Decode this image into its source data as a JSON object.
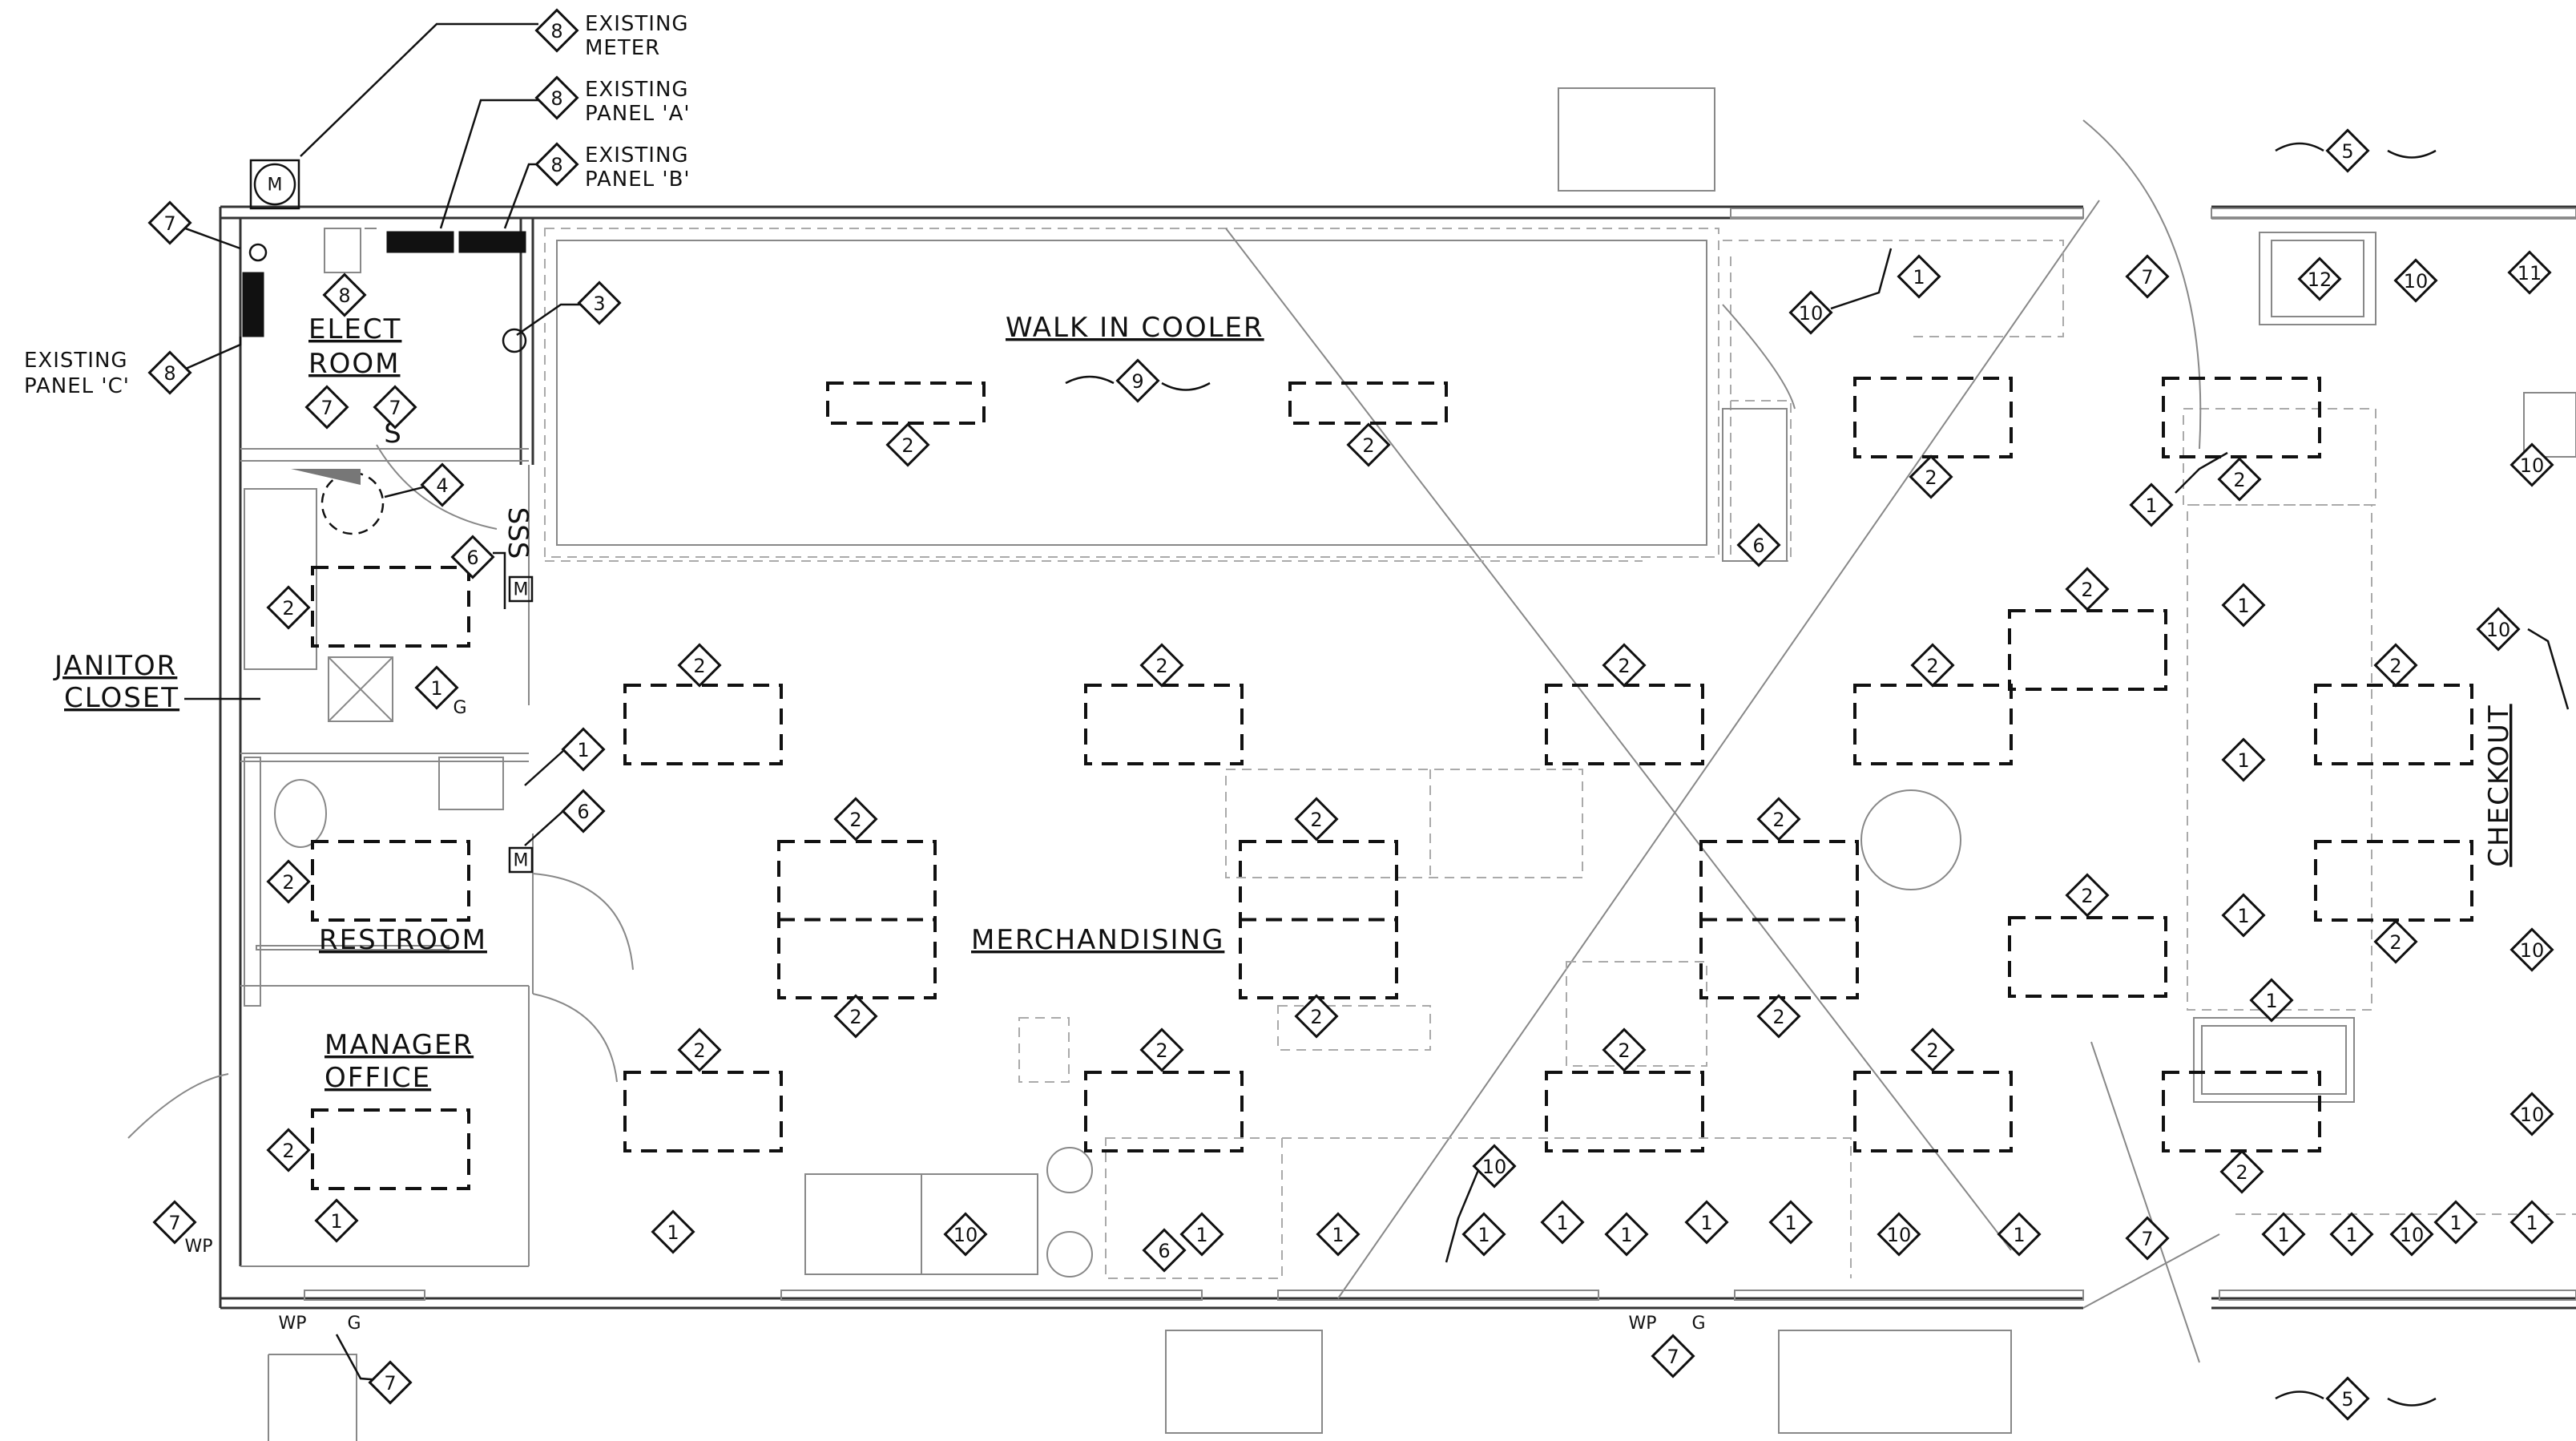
{
  "rooms": {
    "elect_room_line1": "ELECT",
    "elect_room_line2": "ROOM",
    "walk_in_cooler": "WALK IN COOLER",
    "janitor_line1": "JANITOR",
    "janitor_line2": "CLOSET",
    "restroom": "RESTROOM",
    "manager_line1": "MANAGER",
    "manager_line2": "OFFICE",
    "merchandising": "MERCHANDISING",
    "checkout": "CHECKOUT"
  },
  "notes": {
    "existing_meter_1": "EXISTING",
    "existing_meter_2": "METER",
    "panel_a_1": "EXISTING",
    "panel_a_2": "PANEL 'A'",
    "panel_b_1": "EXISTING",
    "panel_b_2": "PANEL 'B'",
    "panel_c_1": "EXISTING",
    "panel_c_2": "PANEL 'C'"
  },
  "symbols": {
    "meter": "M",
    "motor": "M",
    "switch_s": "S",
    "sss": "SSS",
    "wp": "WP",
    "g": "G",
    "outlet_g": "G"
  },
  "tags": {
    "t1": "1",
    "t2": "2",
    "t3": "3",
    "t4": "4",
    "t5": "5",
    "t6": "6",
    "t7": "7",
    "t8": "8",
    "t9": "9",
    "t10": "10",
    "t11": "11",
    "t12": "12"
  },
  "colors": {
    "line": "#111111",
    "faint": "#aaaaaa",
    "wall": "#333333"
  }
}
